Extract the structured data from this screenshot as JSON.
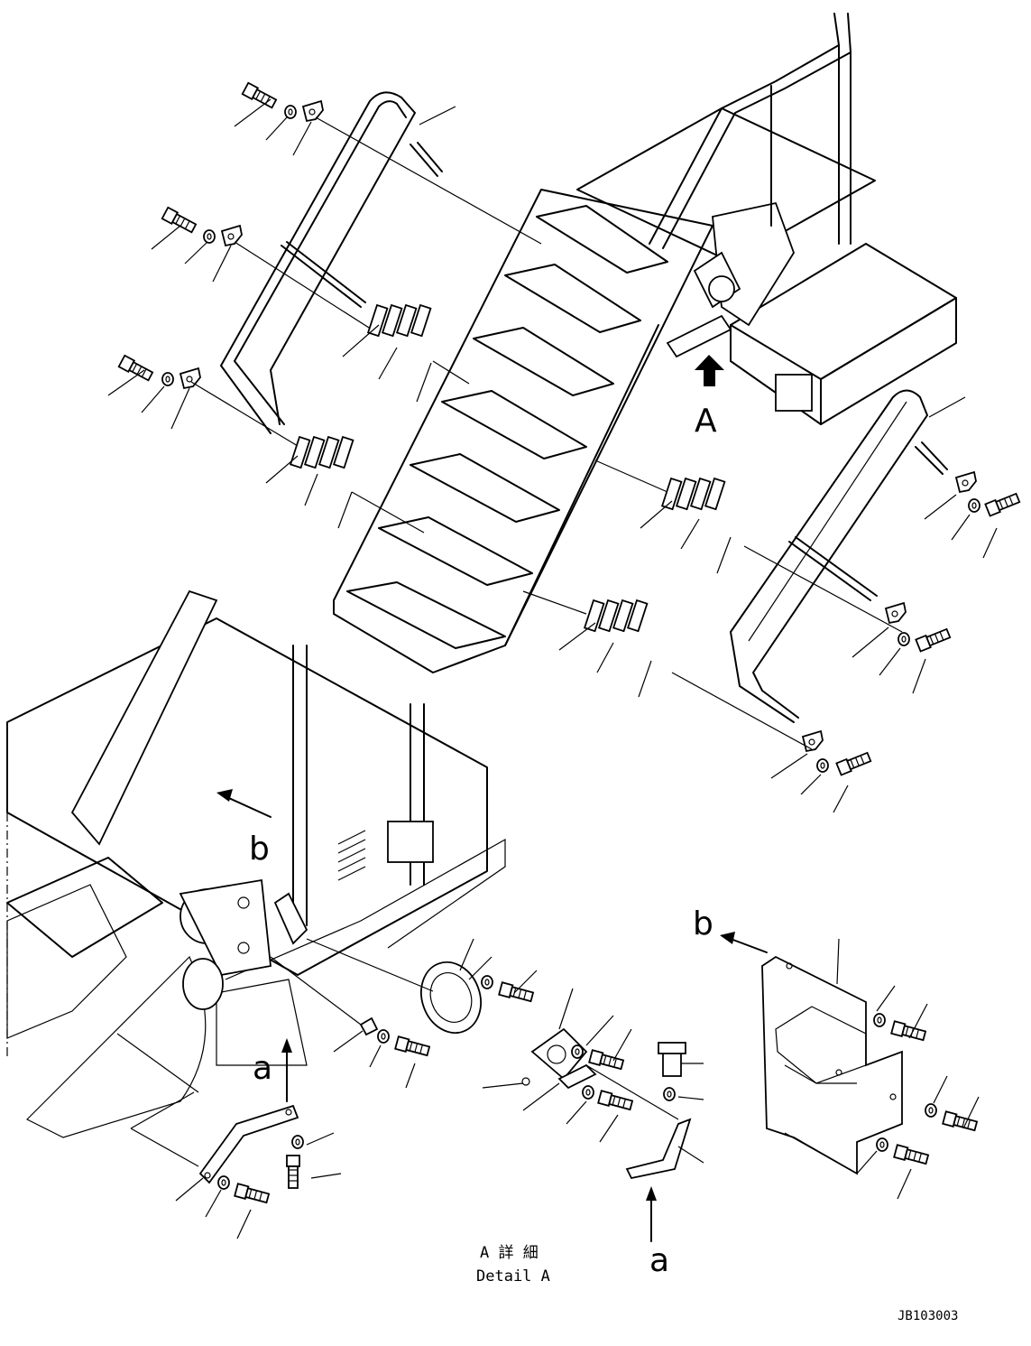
{
  "labels": {
    "callout_A": "A",
    "view_b_top": "b",
    "view_b_right": "b",
    "view_a_left": "a",
    "view_a_bottom": "a"
  },
  "caption": {
    "jp": "A 詳 細",
    "en": "Detail A"
  },
  "drawing_code": "JB103003"
}
